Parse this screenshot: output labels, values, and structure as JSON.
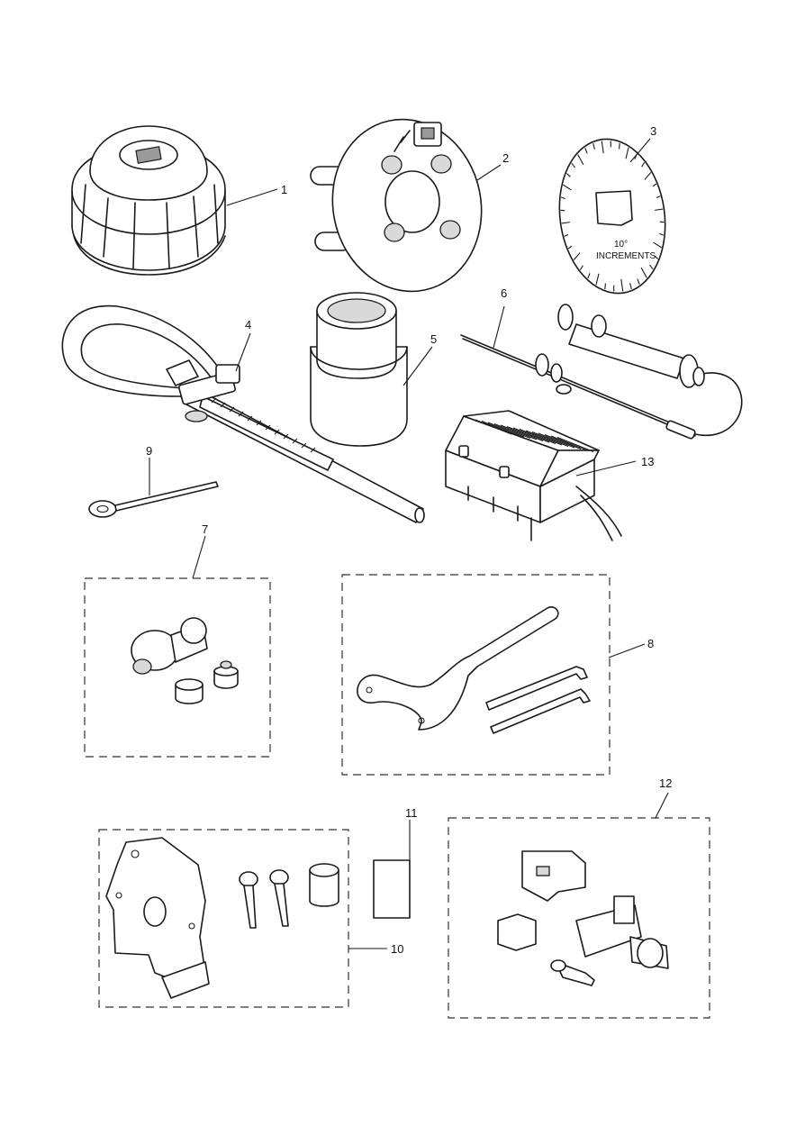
{
  "callouts": {
    "c1": "1",
    "c2": "2",
    "c3": "3",
    "c4": "4",
    "c5": "5",
    "c6": "6",
    "c7": "7",
    "c8": "8",
    "c9": "9",
    "c10": "10",
    "c11": "11",
    "c12": "12",
    "c13": "13"
  },
  "disc_label": {
    "line1": "10°",
    "line2": "INCREMENTS"
  }
}
